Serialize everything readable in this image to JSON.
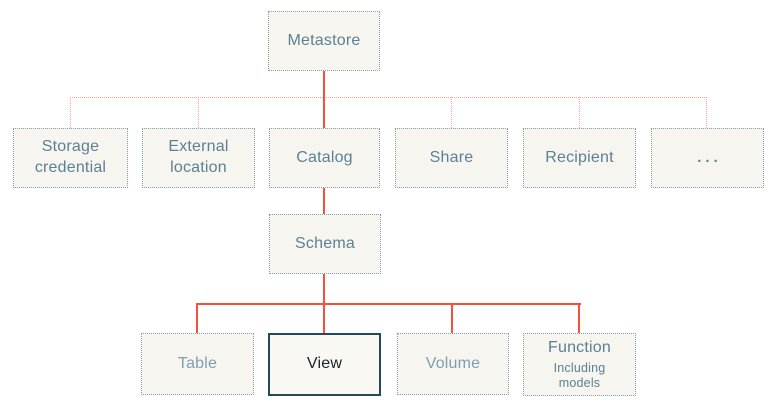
{
  "colors": {
    "connector_solid": "#f6503a",
    "connector_dotted": "#f9a492",
    "node_border": "#84a0ad",
    "node_background": "#f7f5ef",
    "node_text": "#5c8093",
    "node_text_muted": "#7d9fb0",
    "highlight_border": "#234a59",
    "highlight_text": "#16242c",
    "highlight_background": "#faf8f3"
  },
  "diagram": {
    "nodes": {
      "metastore": {
        "label": "Metastore"
      },
      "storage_credential": {
        "label": "Storage credential"
      },
      "external_location": {
        "label": "External location"
      },
      "catalog": {
        "label": "Catalog"
      },
      "share": {
        "label": "Share"
      },
      "recipient": {
        "label": "Recipient"
      },
      "ellipsis": {
        "label": "..."
      },
      "schema": {
        "label": "Schema"
      },
      "table": {
        "label": "Table"
      },
      "view": {
        "label": "View",
        "highlighted": true
      },
      "volume": {
        "label": "Volume"
      },
      "function": {
        "label": "Function",
        "sublabel": "Including models"
      }
    },
    "edges": [
      {
        "from": "metastore",
        "to": "storage_credential",
        "style": "dotted"
      },
      {
        "from": "metastore",
        "to": "external_location",
        "style": "dotted"
      },
      {
        "from": "metastore",
        "to": "catalog",
        "style": "solid"
      },
      {
        "from": "metastore",
        "to": "share",
        "style": "dotted"
      },
      {
        "from": "metastore",
        "to": "recipient",
        "style": "dotted"
      },
      {
        "from": "metastore",
        "to": "ellipsis",
        "style": "dotted"
      },
      {
        "from": "catalog",
        "to": "schema",
        "style": "solid"
      },
      {
        "from": "schema",
        "to": "table",
        "style": "solid"
      },
      {
        "from": "schema",
        "to": "view",
        "style": "solid"
      },
      {
        "from": "schema",
        "to": "volume",
        "style": "solid"
      },
      {
        "from": "schema",
        "to": "function",
        "style": "solid"
      }
    ]
  }
}
